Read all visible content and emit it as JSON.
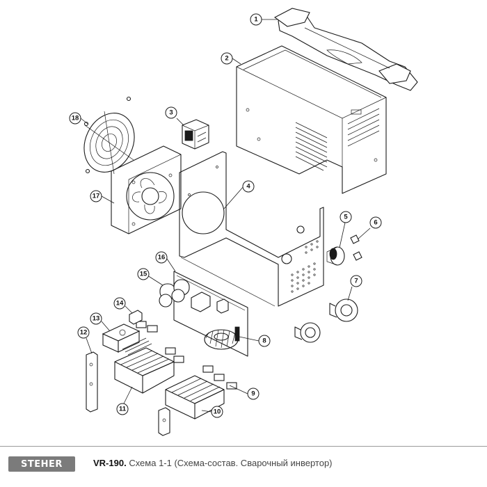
{
  "brand": {
    "name": "STEHER"
  },
  "caption": {
    "model": "VR-190.",
    "text": " Схема 1-1 (Схема-состав. Сварочный инвертор)"
  },
  "callouts": [
    "1",
    "2",
    "3",
    "4",
    "5",
    "6",
    "7",
    "8",
    "9",
    "10",
    "11",
    "12",
    "13",
    "14",
    "15",
    "16",
    "17",
    "18"
  ]
}
